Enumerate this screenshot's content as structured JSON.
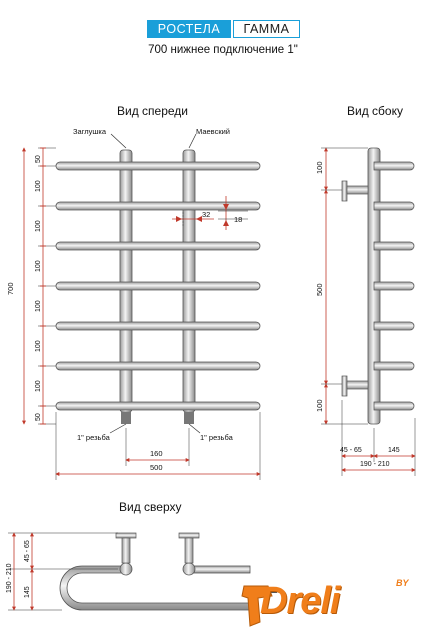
{
  "brand": {
    "left": "РОСТЕЛА",
    "right": "ГАММА"
  },
  "subtitle": "700 нижнее подключение 1\"",
  "views": {
    "front": "Вид спереди",
    "side": "Вид сбоку",
    "top": "Вид сверху"
  },
  "front": {
    "label_plug": "Заглушка",
    "label_valve": "Маевский",
    "label_thread_left": "1\" резьба",
    "label_thread_right": "1\" резьба",
    "dim_total_height": "700",
    "dims_vertical": [
      "50",
      "100",
      "100",
      "100",
      "100",
      "100",
      "100",
      "50"
    ],
    "dim_pipe_offset": "32",
    "dim_pipe_diameter": "18",
    "dim_axis_distance": "160",
    "dim_total_width": "500"
  },
  "side": {
    "dim_top": "100",
    "dim_middle": "500",
    "dim_bottom": "100",
    "dim_offset": "45 - 65",
    "dim_depth": "145",
    "dim_total_depth": "190 - 210"
  },
  "top": {
    "dim_total": "190 - 210",
    "dim_offset": "45 - 65",
    "dim_depth": "145"
  },
  "logo": {
    "word": "Dreli",
    "suffix": "BY"
  },
  "colors": {
    "brand_blue": "#1a9fd9",
    "dimension_red": "#c0392b",
    "logo_orange": "#f07e1a"
  }
}
